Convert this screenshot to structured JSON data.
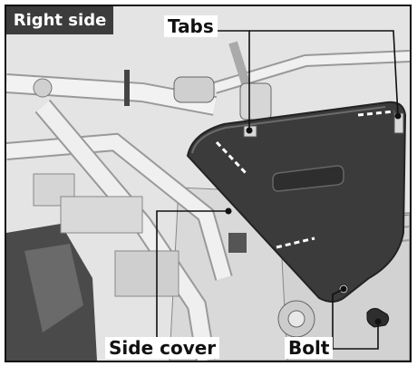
{
  "header": {
    "title": "Right side"
  },
  "callouts": {
    "tabs": "Tabs",
    "side_cover": "Side cover",
    "bolt": "Bolt"
  },
  "colors": {
    "cover": "#3b3b3b",
    "frame": "#111111",
    "header_bg": "#3c3c3c",
    "background": "#e7e7e7"
  }
}
